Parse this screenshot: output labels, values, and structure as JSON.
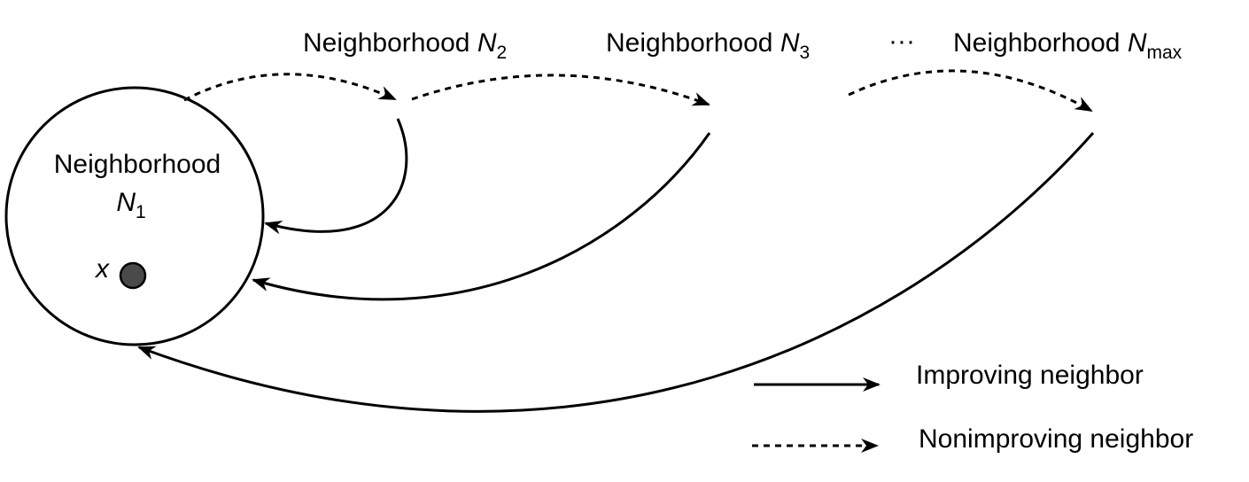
{
  "neighborhood_1": {
    "word": "Neighborhood",
    "symbol": "N",
    "index": "1"
  },
  "neighborhood_2": {
    "word": "Neighborhood",
    "symbol": "N",
    "index": "2"
  },
  "neighborhood_3": {
    "word": "Neighborhood",
    "symbol": "N",
    "index": "3"
  },
  "neighborhood_max": {
    "word": "Neighborhood",
    "symbol": "N",
    "index": "max"
  },
  "ellipsis": "···",
  "point_label": "x",
  "legend": {
    "improving": "Improving neighbor",
    "nonimproving": "Nonimproving neighbor"
  },
  "colors": {
    "stroke": "#000000",
    "point_fill": "#4a4a4a"
  }
}
